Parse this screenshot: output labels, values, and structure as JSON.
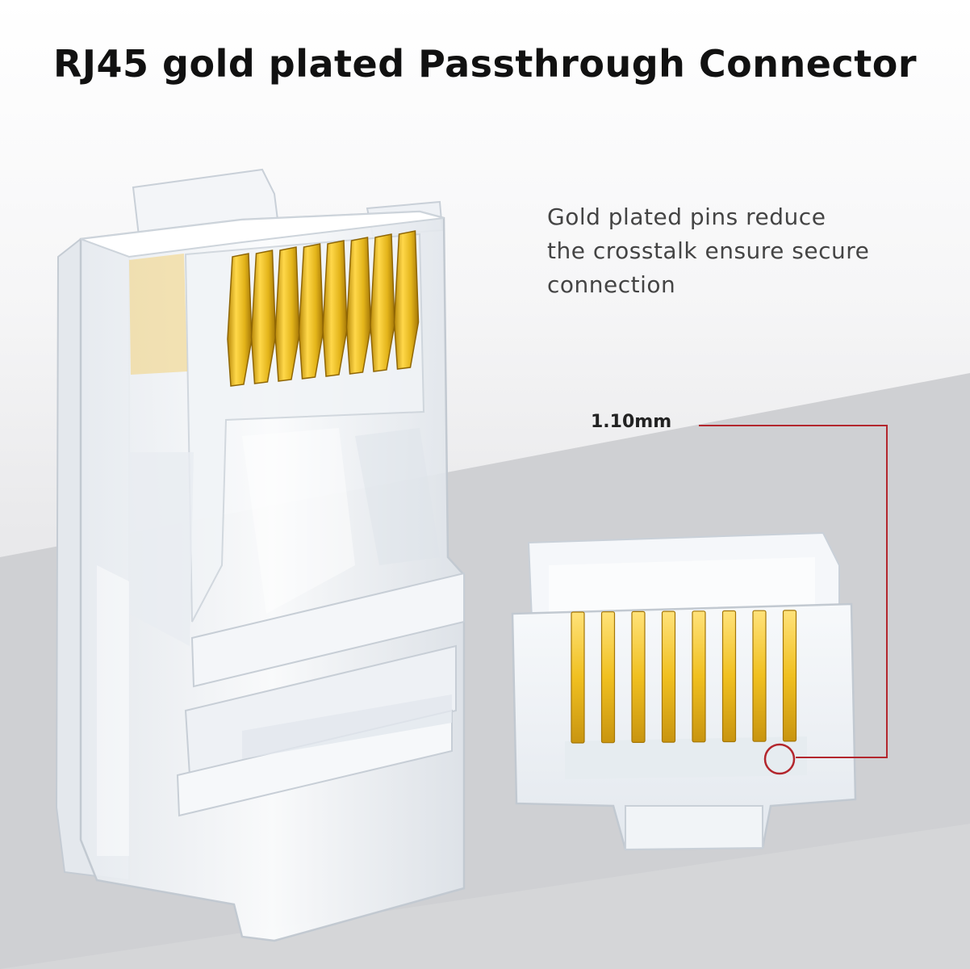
{
  "title": "RJ45 gold plated Passthrough Connector",
  "description": {
    "lines": [
      "Gold plated pins reduce",
      "the crosstalk ensure secure",
      "connection"
    ]
  },
  "dimension": {
    "label": "1.10mm"
  },
  "colors": {
    "gold": "#e3b41a",
    "gold_light": "#ffd84a",
    "gold_dark": "#b78708",
    "callout_red": "#b3262d",
    "plastic": "#eef1f4",
    "floor": "#cfd0d3"
  },
  "product": {
    "pin_count": 8
  }
}
